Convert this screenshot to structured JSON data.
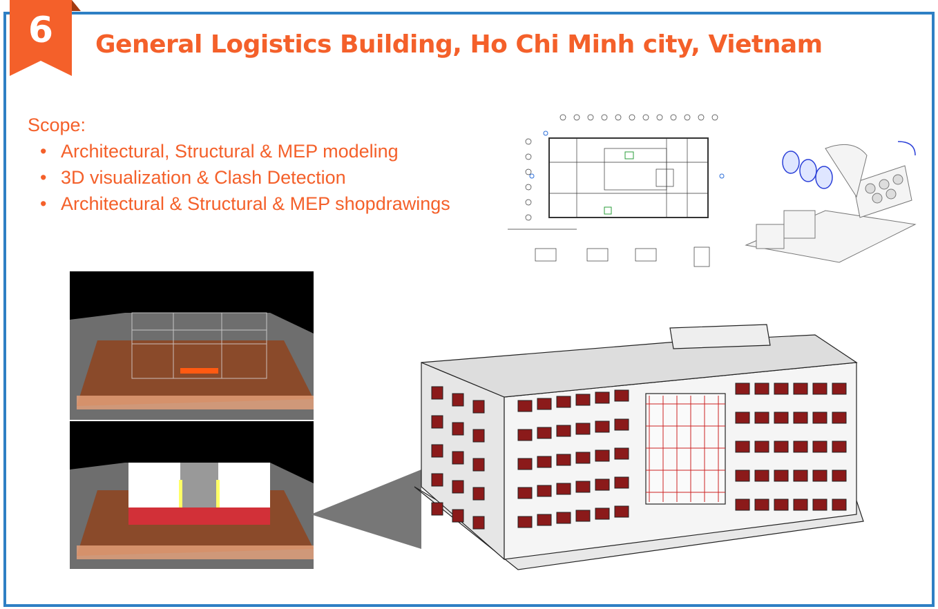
{
  "badge": {
    "number": "6",
    "color": "#f4602a"
  },
  "title": "General Logistics Building, Ho Chi Minh city, Vietnam",
  "scope": {
    "heading": "Scope:",
    "items": [
      "Architectural, Structural & MEP modeling",
      "3D visualization & Clash Detection",
      "Architectural & Structural & MEP shopdrawings"
    ]
  },
  "images": {
    "floor_plan": "floor-plan-drawing",
    "mep_equipment": "mep-equipment-model",
    "simulation_top": "4d-simulation-structure",
    "simulation_bottom": "4d-simulation-facade",
    "building_render": "building-3d-render"
  },
  "colors": {
    "accent": "#f4602a",
    "frame": "#2e7fc4"
  }
}
